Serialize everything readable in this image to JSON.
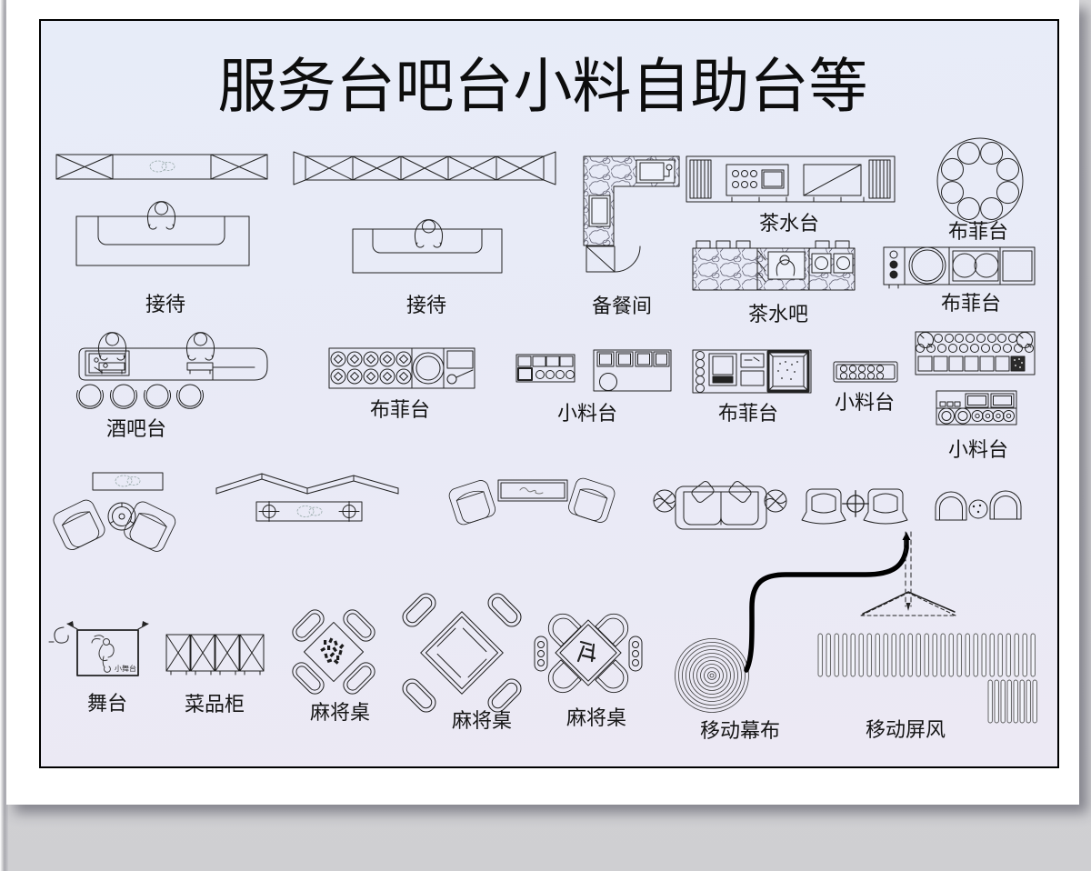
{
  "sheet": {
    "title": "服务台吧台小料自助台等"
  },
  "labels": {
    "reception1": "接待",
    "reception2": "接待",
    "pantry": "备餐间",
    "tea_station": "茶水台",
    "buffet_round": "布菲台",
    "tea_bar": "茶水吧",
    "buffet_b": "布菲台",
    "bar_counter": "酒吧台",
    "buffet_c": "布菲台",
    "condiment_a": "小料台",
    "buffet_d": "布菲台",
    "condiment_b": "小料台",
    "condiment_c": "小料台",
    "stage": "舞台",
    "stage_mini": "小舞台",
    "dish_cabinet": "菜品柜",
    "mahjong_1": "麻将桌",
    "mahjong_2": "麻将桌",
    "mahjong_3": "麻将桌",
    "movable_screen": "移动幕布",
    "movable_partition": "移动屏风"
  },
  "colors": {
    "canvas": "#d2d3d6",
    "sheet": "#ffffff",
    "panel_top": "#e7ecf8",
    "panel_bottom": "#ece9f4",
    "panel_border": "#000000",
    "line": "#222222"
  }
}
